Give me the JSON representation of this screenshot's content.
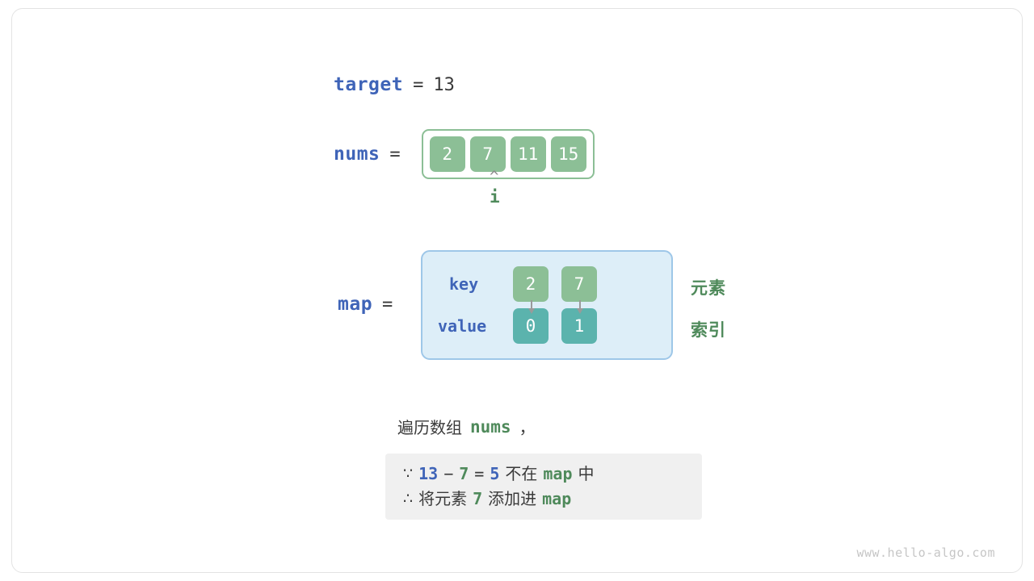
{
  "target": {
    "name": "target",
    "eq": "=",
    "value": "13"
  },
  "nums": {
    "name": "nums",
    "eq": "=",
    "cells": [
      "2",
      "7",
      "11",
      "15"
    ],
    "pointer_caret": "^",
    "pointer_label": "i"
  },
  "map": {
    "name": "map",
    "eq": "=",
    "key_label": "key",
    "value_label": "value",
    "keys": [
      "2",
      "7"
    ],
    "values": [
      "0",
      "1"
    ],
    "note_key": "元素",
    "note_value": "索引"
  },
  "caption": {
    "text_before": "遍历数组",
    "code": "nums",
    "text_after": "，"
  },
  "reasoning": {
    "line1": {
      "symbol": "∵",
      "a": "13",
      "op1": "−",
      "b": "7",
      "op2": "=",
      "c": "5",
      "text": "不在",
      "code": "map",
      "text_end": "中"
    },
    "line2": {
      "symbol": "∴",
      "text": "将元素",
      "num": "7",
      "text2": "添加进",
      "code": "map"
    }
  },
  "watermark": "www.hello-algo.com",
  "colors": {
    "accent_blue": "#3f64b8",
    "accent_green": "#4f8a5b",
    "cell_green": "#8cbf96",
    "cell_teal": "#5bb3ad",
    "panel_blue_bg": "#ddeef8",
    "panel_blue_border": "#9ec7e8",
    "box_gray": "#f0f0f0"
  }
}
